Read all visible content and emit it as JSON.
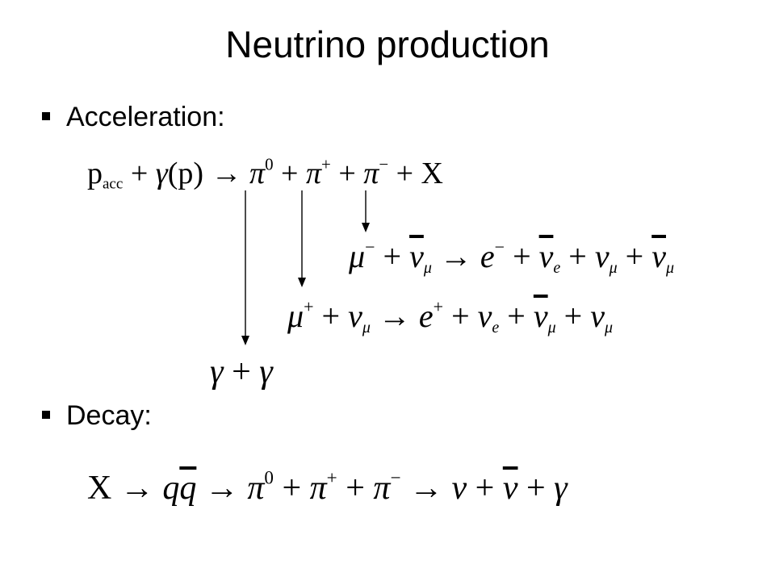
{
  "slide": {
    "title": "Neutrino production",
    "bullets": [
      "Acceleration:",
      "Decay:"
    ]
  },
  "equations": {
    "acceleration": {
      "p": "p",
      "acc": "acc",
      "plus1": " + ",
      "gamma": "γ",
      "p_paren": "(p)",
      "arrow": " → ",
      "pi": "π",
      "zero": "0",
      "plus": "+",
      "minus": "−",
      "X": "X"
    },
    "muon_minus": {
      "mu": "μ",
      "nu": "ν",
      "e": "e",
      "sub_mu": "μ",
      "sub_e": "e",
      "plus": "+",
      "minus": "−",
      "arrow": " → "
    },
    "muon_plus": {
      "mu": "μ",
      "nu": "ν",
      "e": "e",
      "sub_mu": "μ",
      "sub_e": "e",
      "plus": "+",
      "arrow": " → "
    },
    "gamma_gamma": {
      "gamma": "γ",
      "plus": " + "
    },
    "decay": {
      "X": "X",
      "arrow": " → ",
      "qqbar_q": "q",
      "qqbar_qbar": "q",
      "pi": "π",
      "zero": "0",
      "plus": "+",
      "minus": "−",
      "nu": "ν",
      "gamma": "γ"
    }
  }
}
